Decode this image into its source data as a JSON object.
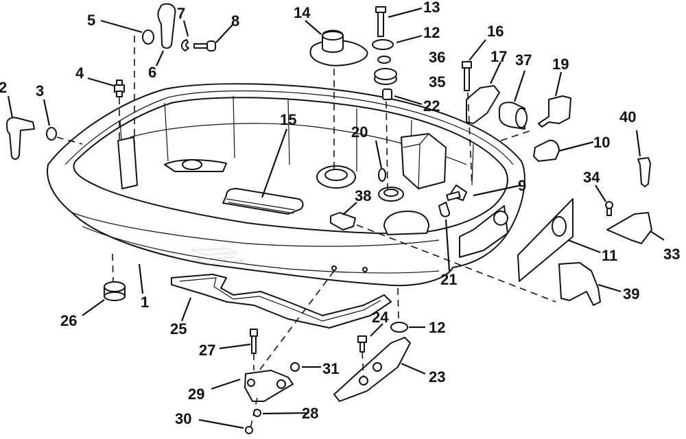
{
  "diagram": {
    "type": "exploded parts diagram",
    "subject": "outboard motor lower engine cover (tray) assembly",
    "callouts": [
      {
        "id": "1",
        "label": "1"
      },
      {
        "id": "2",
        "label": "2"
      },
      {
        "id": "3",
        "label": "3"
      },
      {
        "id": "4",
        "label": "4"
      },
      {
        "id": "5",
        "label": "5"
      },
      {
        "id": "6",
        "label": "6"
      },
      {
        "id": "7",
        "label": "7"
      },
      {
        "id": "8",
        "label": "8"
      },
      {
        "id": "9",
        "label": "9"
      },
      {
        "id": "10",
        "label": "10"
      },
      {
        "id": "11",
        "label": "11"
      },
      {
        "id": "12a",
        "label": "12"
      },
      {
        "id": "12b",
        "label": "12"
      },
      {
        "id": "13",
        "label": "13"
      },
      {
        "id": "14",
        "label": "14"
      },
      {
        "id": "15",
        "label": "15"
      },
      {
        "id": "16",
        "label": "16"
      },
      {
        "id": "17",
        "label": "17"
      },
      {
        "id": "19",
        "label": "19"
      },
      {
        "id": "20",
        "label": "20"
      },
      {
        "id": "21",
        "label": "21"
      },
      {
        "id": "22",
        "label": "22"
      },
      {
        "id": "23",
        "label": "23"
      },
      {
        "id": "24",
        "label": "24"
      },
      {
        "id": "25",
        "label": "25"
      },
      {
        "id": "26",
        "label": "26"
      },
      {
        "id": "27",
        "label": "27"
      },
      {
        "id": "28",
        "label": "28"
      },
      {
        "id": "29",
        "label": "29"
      },
      {
        "id": "30",
        "label": "30"
      },
      {
        "id": "31",
        "label": "31"
      },
      {
        "id": "33",
        "label": "33"
      },
      {
        "id": "34",
        "label": "34"
      },
      {
        "id": "35",
        "label": "35"
      },
      {
        "id": "36",
        "label": "36"
      },
      {
        "id": "37",
        "label": "37"
      },
      {
        "id": "38",
        "label": "38"
      },
      {
        "id": "39",
        "label": "39"
      },
      {
        "id": "40",
        "label": "40"
      }
    ]
  }
}
